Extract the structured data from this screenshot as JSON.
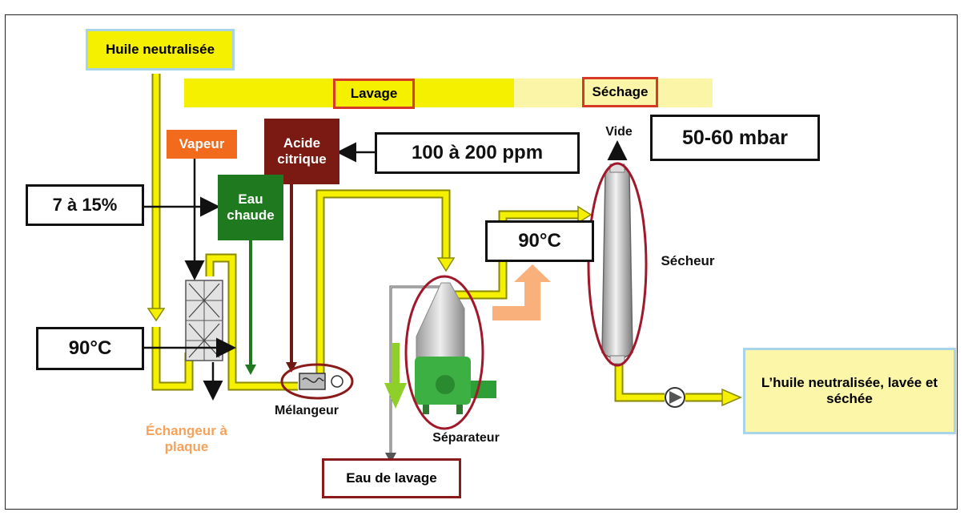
{
  "labels": {
    "huile_neutralisee": "Huile neutralisée",
    "lavage": "Lavage",
    "sechage": "Séchage",
    "vapeur": "Vapeur",
    "acide_citrique": "Acide citrique",
    "ppm": "100 à 200 ppm",
    "vide": "Vide",
    "mbar": "50-60 mbar",
    "pct": "7 à 15%",
    "eau_chaude": "Eau chaude",
    "temp_sep": "90°C",
    "secheur": "Sécheur",
    "temp_in": "90°C",
    "melangeur": "Mélangeur",
    "echangeur": "Échangeur à plaque",
    "separateur": "Séparateur",
    "eau_de_lavage": "Eau de lavage",
    "huile_finale": "L’huile neutralisée, lavée et séchée"
  },
  "colors": {
    "oil_pipe": "#f5f000",
    "pipe_outline": "#8a8a00",
    "lavage_band": "#f5f000",
    "sechage_band": "#fbf5a8",
    "vapeur_bg": "#f26a1b",
    "acide_bg": "#7a1a12",
    "eau_chaude_bg": "#1f7a1f",
    "highlight_red": "#b0182a",
    "echangeur_text": "#f7a25a",
    "final_box_bg": "#fbf6a8",
    "final_box_border": "#a8d4e8",
    "heat_arrow": "#f9b07a",
    "water_arrow": "#8fcf2a",
    "separator_green": "#3cb043"
  }
}
